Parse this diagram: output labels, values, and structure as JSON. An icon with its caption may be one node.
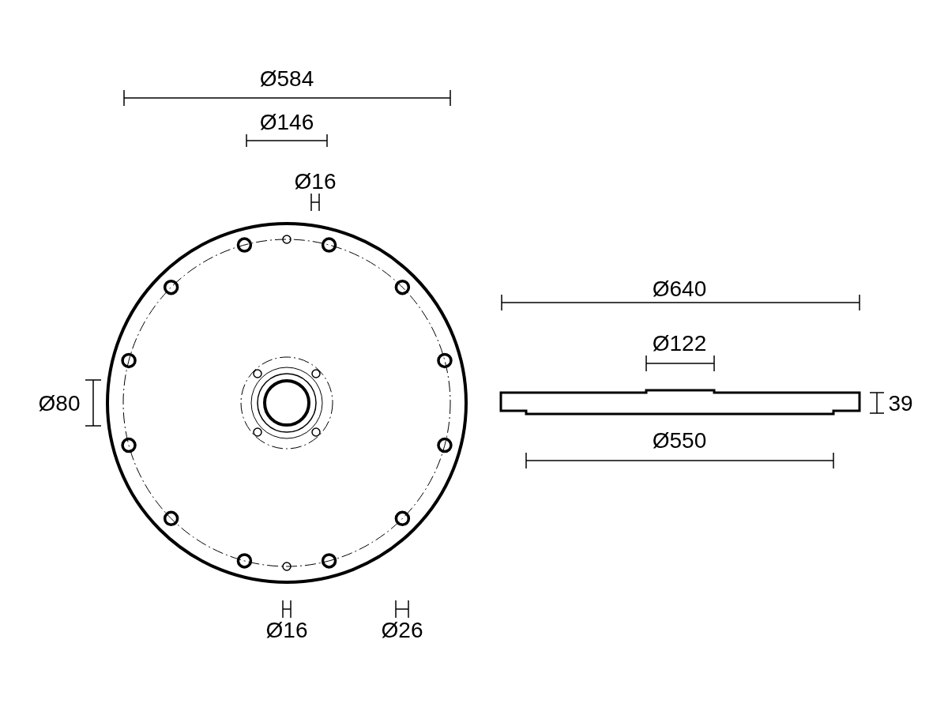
{
  "diagram": {
    "labels": [
      "Ø584",
      "Ø146",
      "Ø16",
      "Ø640",
      "Ø122",
      "Ø80",
      "39",
      "Ø550",
      "Ø16",
      "Ø26"
    ]
  }
}
